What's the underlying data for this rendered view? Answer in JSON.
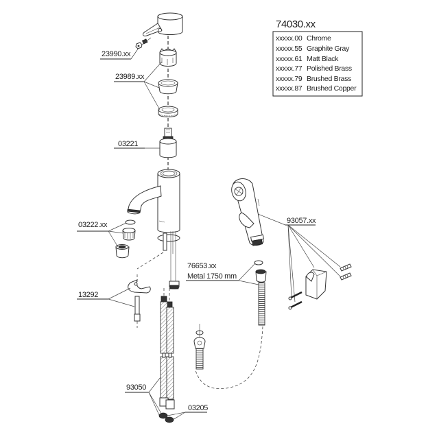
{
  "diagram": {
    "model_number": "74030.xx",
    "finishes": [
      {
        "code": "xxxxx.00",
        "name": "Chrome"
      },
      {
        "code": "xxxxx.55",
        "name": "Graphite Gray"
      },
      {
        "code": "xxxxx.61",
        "name": "Matt Black"
      },
      {
        "code": "xxxxx.77",
        "name": "Polished Brass"
      },
      {
        "code": "xxxxx.79",
        "name": "Brushed Brass"
      },
      {
        "code": "xxxxx.87",
        "name": "Brushed Copper"
      }
    ],
    "parts": {
      "p23990": {
        "label": "23990.xx",
        "icon": "set-screw-icon"
      },
      "p23989": {
        "label": "23989.xx",
        "icon": "cap-ring-icon"
      },
      "p03221": {
        "label": "03221",
        "icon": "cartridge-icon"
      },
      "p03222": {
        "label": "03222.xx",
        "icon": "aerator-icon"
      },
      "p13292": {
        "label": "13292",
        "icon": "mounting-kit-icon"
      },
      "p93050": {
        "label": "93050",
        "icon": "supply-hose-icon"
      },
      "p03205": {
        "label": "03205",
        "icon": "gasket-icon"
      },
      "p76653": {
        "label": "76653.xx",
        "sublabel": "Metal 1750 mm",
        "icon": "shower-hose-icon"
      },
      "p93057": {
        "label": "93057.xx",
        "icon": "hand-shower-icon"
      }
    },
    "extra_labels": {
      "hose_connector_label": "03205"
    }
  }
}
